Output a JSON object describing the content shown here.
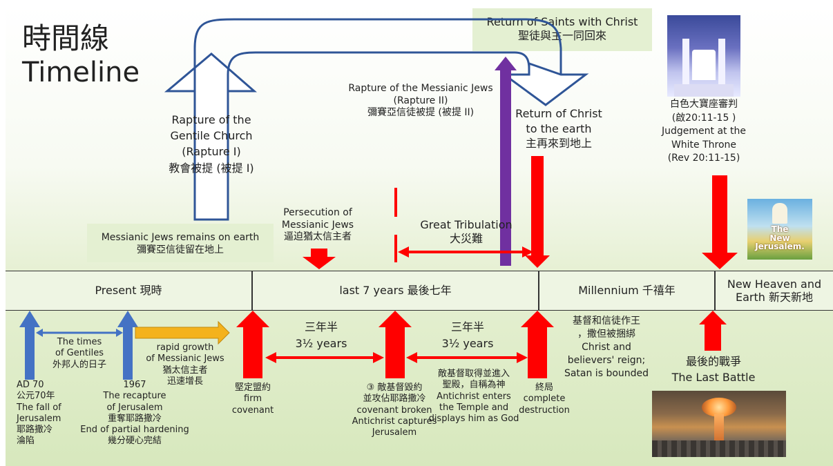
{
  "title": {
    "zh": "時間線",
    "en": "Timeline"
  },
  "top": {
    "return_saints_en": "Return of Saints with Christ",
    "return_saints_zh": "聖徒與主一同回來",
    "rapture1": [
      "Rapture of the",
      "Gentile Church",
      "(Rapture I)",
      "教會被提 (被提 I)"
    ],
    "rapture2": [
      "Rapture of the Messianic Jews",
      "(Rapture II)",
      "彌賽亞信徒被提 (被提 II)"
    ],
    "return_christ": [
      "Return of Christ",
      "to the earth",
      "主再來到地上"
    ],
    "white_throne": [
      "白色大寶座審判",
      "(啟20:11-15 )",
      "Judgement at the",
      "White Throne",
      "(Rev 20:11-15)"
    ],
    "messianic_remain": [
      "Messianic Jews remains on earth",
      "彌賽亞信徒留在地上"
    ],
    "persecution": [
      "Persecution of",
      "Messianic Jews",
      "逼迫猶太信主者"
    ],
    "great_trib": [
      "Great Tribulation",
      "大災難"
    ],
    "new_jerusalem": [
      "The",
      "New",
      "Jerusalem."
    ]
  },
  "periods": {
    "present": "Present 現時",
    "last7": "last 7 years 最後七年",
    "millennium": "Millennium 千禧年",
    "new_heaven": [
      "New Heaven and",
      "Earth 新天新地"
    ]
  },
  "bottom": {
    "ad70": [
      "AD 70",
      "公元70年",
      "The fall of",
      "Jerusalem",
      "耶路撒冷",
      "淪陷"
    ],
    "gentiles": [
      "The times",
      "of Gentiles",
      "外邦人的日子"
    ],
    "y1967": [
      "1967",
      "The recapture",
      "of Jerusalem",
      "重奪耶路撒冷",
      "End of partial hardening",
      "幾分硬心完結"
    ],
    "rapid": [
      "rapid growth",
      "of Messianic Jews",
      "猶太信主者",
      "迅速增長"
    ],
    "covenant": [
      "堅定盟約",
      "firm",
      "covenant"
    ],
    "half1": [
      "三年半",
      "3½ years"
    ],
    "half2": [
      "三年半",
      "3½ years"
    ],
    "broken": [
      "③ 敵基督毀約",
      "並攻佔耶路撒冷",
      "covenant broken",
      "Antichrist captures",
      "Jerusalem"
    ],
    "temple": [
      "敵基督取得並進入",
      "聖殿，自稱為神",
      "Antichrist enters",
      "the Temple and",
      "displays him as God"
    ],
    "end": [
      "終局",
      "complete",
      "destruction"
    ],
    "reign": [
      "基督和信徒作王",
      "，撒但被捆綁",
      "Christ and",
      "believers' reign;",
      "Satan is bounded"
    ],
    "battle": [
      "最後的戰爭",
      "The Last Battle"
    ]
  },
  "colors": {
    "red": "#ff0000",
    "blue": "#4472c4",
    "purple": "#7030a0",
    "orange": "#f4b21c",
    "outline_blue": "#2f5597",
    "band": "#eef5e3"
  }
}
